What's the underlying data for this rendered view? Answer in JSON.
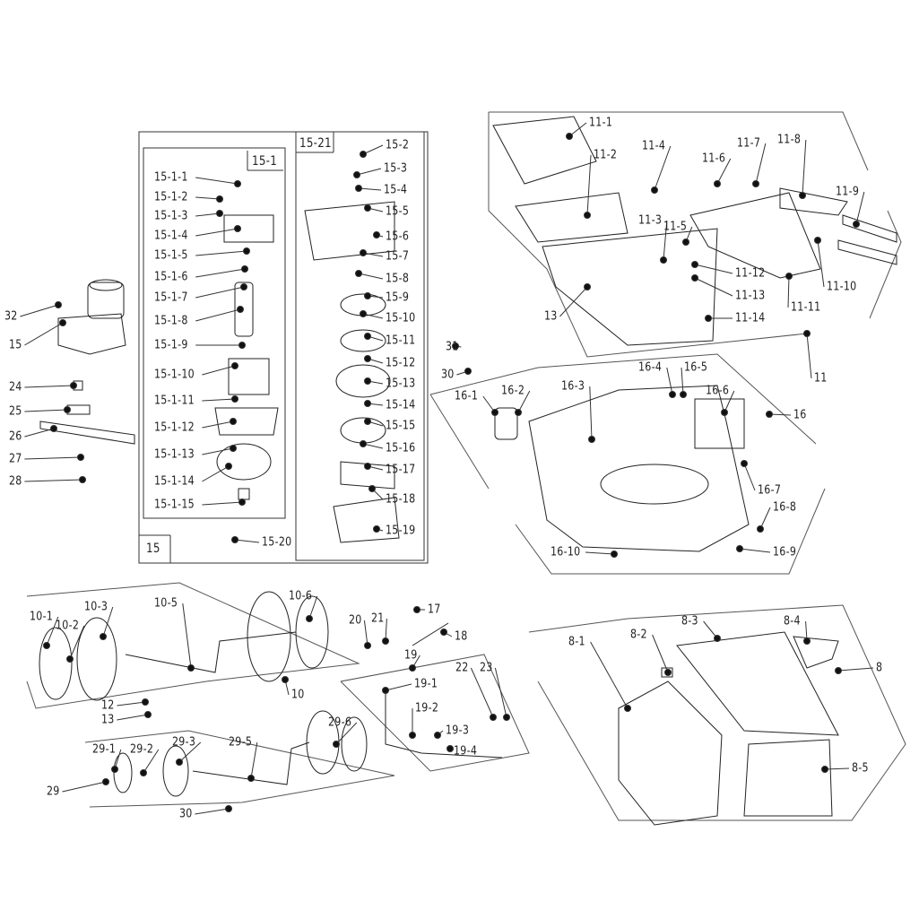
{
  "labels": {
    "motor_group": [
      "32",
      "15",
      "24",
      "25",
      "26",
      "27",
      "28"
    ],
    "box_15_1_header": "15-1",
    "box_15_label": "15",
    "box_15_21_header": "15-21",
    "motor_parts": [
      "15-1-1",
      "15-1-2",
      "15-1-3",
      "15-1-4",
      "15-1-5",
      "15-1-6",
      "15-1-7",
      "15-1-8",
      "15-1-9",
      "15-1-10",
      "15-1-11",
      "15-1-12",
      "15-1-13",
      "15-1-14",
      "15-1-15"
    ],
    "part_15_20": "15-20",
    "gear_parts": [
      "15-2",
      "15-3",
      "15-4",
      "15-5",
      "15-6",
      "15-7",
      "15-8",
      "15-9",
      "15-10",
      "15-11",
      "15-12",
      "15-13",
      "15-14",
      "15-15",
      "15-16",
      "15-17",
      "15-18",
      "15-19"
    ],
    "cover_parts": [
      "11-1",
      "11-2",
      "11-4",
      "11-6",
      "11-7",
      "11-8",
      "11-9",
      "11-3",
      "11-5",
      "11-12",
      "11-13",
      "11-14",
      "11-10",
      "11-11",
      "13",
      "11",
      "31",
      "30"
    ],
    "deck_parts": [
      "16-4",
      "16-5",
      "16-1",
      "16-2",
      "16-3",
      "16-6",
      "16",
      "16-7",
      "16-8",
      "16-10",
      "16-9"
    ],
    "wheel_parts": [
      "10-1",
      "10-3",
      "10-2",
      "10-5",
      "10-6",
      "10",
      "12",
      "13",
      "20",
      "21",
      "17",
      "18",
      "19",
      "22",
      "23",
      "19-1",
      "19-2",
      "19-3",
      "19-4"
    ],
    "rear_wheel_parts": [
      "29-1",
      "29-2",
      "29-3",
      "29-5",
      "29-6",
      "29",
      "30"
    ],
    "grassbox_parts": [
      "8-1",
      "8-2",
      "8-3",
      "8-4",
      "8",
      "8-5"
    ]
  }
}
